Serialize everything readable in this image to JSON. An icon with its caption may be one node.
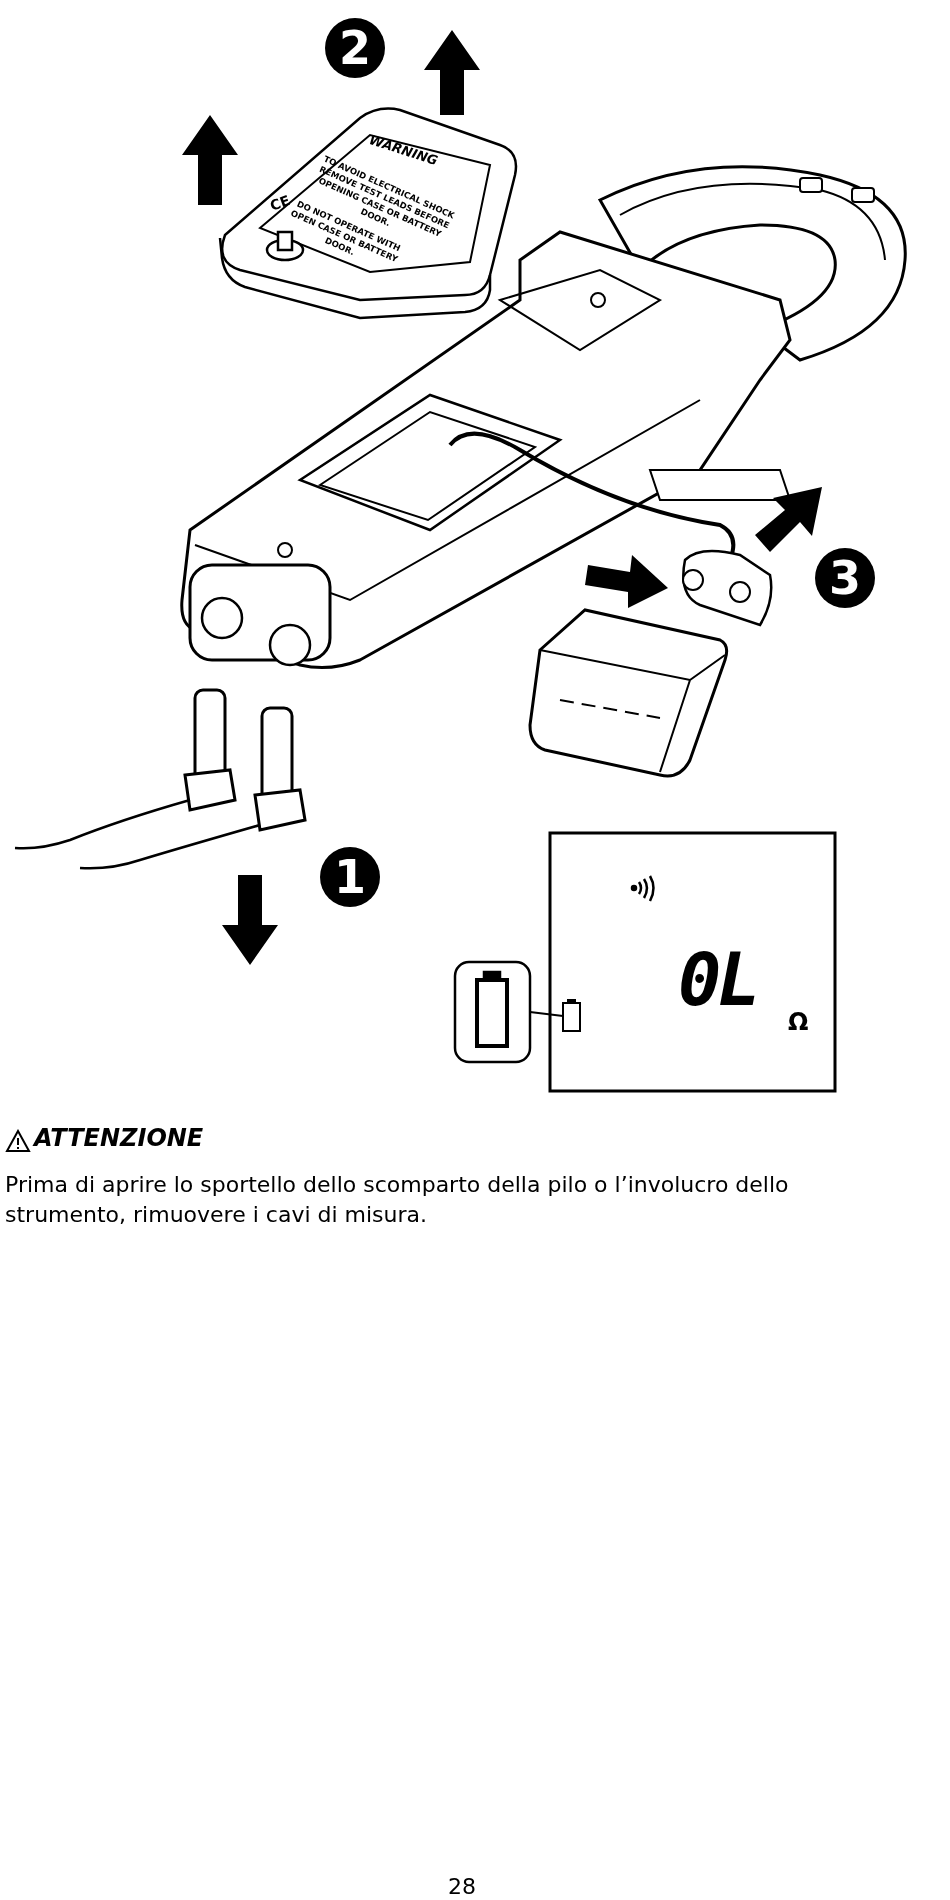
{
  "diagram": {
    "labels": [
      "2",
      "WARNING",
      "TO AVOID ELECTRICAL SHOCK REMOVE TEST LEADS BEFORE OPENING CASE OR BATTERY DOOR.",
      "DO NOT OPERATE WITH OPEN CASE OR BATTERY DOOR.",
      "CE",
      "3",
      "1",
      "0L",
      "Ω",
      "ATTENZIONE",
      "Prima di aprire lo sportello dello scomparto della pilo o l’involucro dello strumento, rimuovere i cavi di misura.",
      "28"
    ]
  }
}
